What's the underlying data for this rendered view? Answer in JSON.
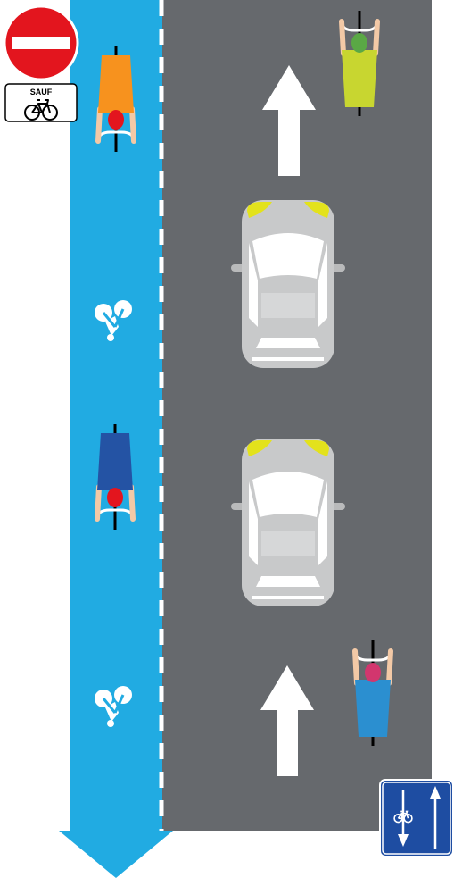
{
  "colors": {
    "background": "#ffffff",
    "bike_lane": "#21abe2",
    "road": "#66696d",
    "top_border": "#8e5aa8",
    "lane_marking": "#ffffff",
    "car_body": "#c8c9ca",
    "car_lights": "#e3e21c",
    "no_entry_red": "#e3151e",
    "blue_sign": "#1e4da2"
  },
  "signs": {
    "no_entry": {
      "icon": "no-entry-icon"
    },
    "exception_plate": {
      "text": "SAUF",
      "icon": "bicycle-icon"
    },
    "contraflow_sign": {
      "icon": "bicycle-icon",
      "arrows": [
        "down",
        "up"
      ]
    }
  },
  "cyclists": [
    {
      "lane": "bike-lane",
      "direction": "down",
      "shirt": "#f7921e",
      "helmet": "#e3151e"
    },
    {
      "lane": "bike-lane",
      "direction": "down",
      "shirt": "#2453a4",
      "helmet": "#e3151e"
    },
    {
      "lane": "road",
      "direction": "up",
      "shirt": "#c8d630",
      "helmet": "#5aa845"
    },
    {
      "lane": "road",
      "direction": "up",
      "shirt": "#2b8fd0",
      "helmet": "#d2366e"
    }
  ],
  "cars": [
    {
      "direction": "up"
    },
    {
      "direction": "up"
    }
  ],
  "road_arrows": [
    {
      "direction": "up"
    },
    {
      "direction": "up"
    }
  ],
  "bike_lane_symbols": [
    {
      "icon": "bicycle-symbol-icon"
    },
    {
      "icon": "bicycle-symbol-icon"
    }
  ],
  "lane_direction_arrow": {
    "direction": "down"
  }
}
